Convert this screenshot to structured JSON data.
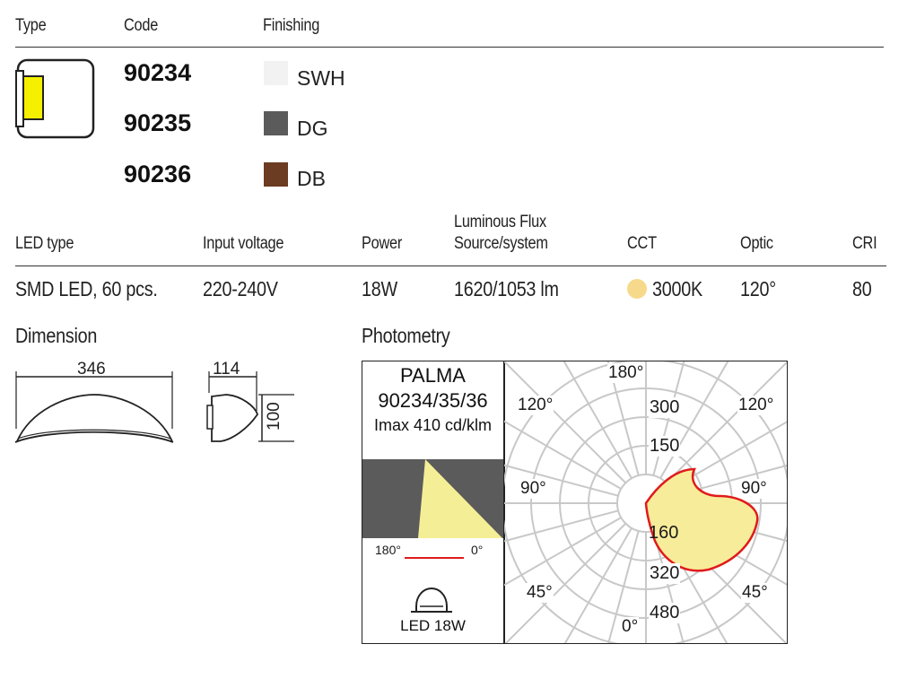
{
  "header": {
    "type": "Type",
    "code": "Code",
    "finishing": "Finishing"
  },
  "products": [
    {
      "code": "90234",
      "finish": "SWH",
      "color": "#f2f2f2"
    },
    {
      "code": "90235",
      "finish": "DG",
      "color": "#5b5b5b"
    },
    {
      "code": "90236",
      "finish": "DB",
      "color": "#6b3b22"
    }
  ],
  "specs": {
    "headers": [
      "LED type",
      "Input voltage",
      "Power",
      "Luminous Flux",
      "Source/system",
      "CCT",
      "Optic",
      "CRI"
    ],
    "values": [
      "SMD LED, 60 pcs.",
      "220-240V",
      "18W",
      "1620/1053 lm",
      "3000K",
      "120°",
      "80"
    ],
    "cct_color": "#f6d98a"
  },
  "dimension": {
    "title": "Dimension",
    "width": "346",
    "depth": "114",
    "height": "100"
  },
  "photometry": {
    "title": "Photometry",
    "product_name": "PALMA",
    "product_codes": "90234/35/36",
    "imax": "Imax 410 cd/klm",
    "angle_left": "180°",
    "angle_right": "0°",
    "lamp_label": "LED 18W",
    "polar_angles": [
      "180°",
      "120°",
      "120°",
      "90°",
      "90°",
      "45°",
      "45°",
      "0°"
    ],
    "polar_values": [
      "300",
      "150",
      "160",
      "320",
      "480"
    ],
    "curve_color": "#e01b1b",
    "fill_color": "#f7ec9a"
  }
}
